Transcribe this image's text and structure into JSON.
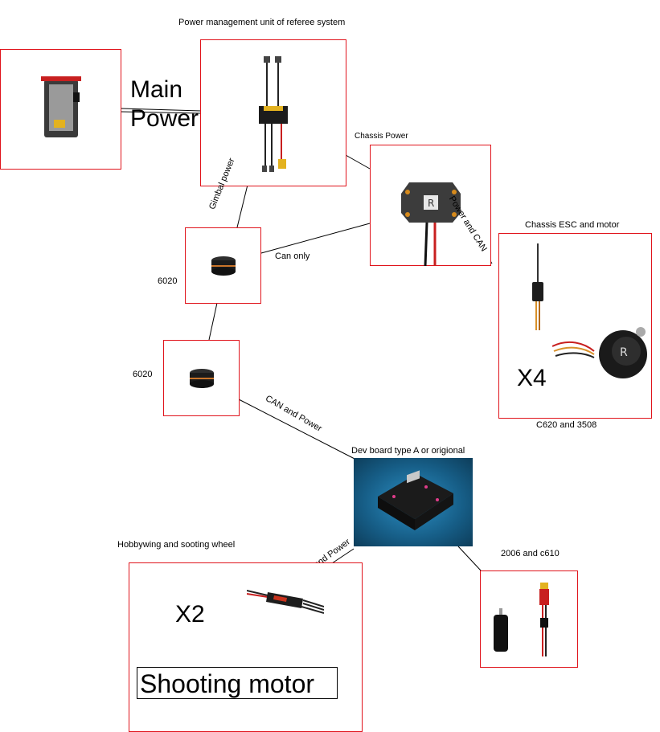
{
  "labels": {
    "pmu_title": "Power management unit of referee system",
    "main_power": "Main\nPower",
    "chassis_power": "Chassis Power",
    "gimbal_power": "Gimbal power",
    "power_and_can": "Power and CAN",
    "can_only": "Can only",
    "chassis_esc_motor": "Chassis ESC and motor",
    "gimbal_motor_1": "6020",
    "gimbal_motor_2": "6020",
    "can_and_power": "CAN and Power",
    "x4": "X4",
    "c620_3508": "C620 and 3508",
    "dev_board": "Dev board type A or origional",
    "hobbywing": "Hobbywing and sooting wheel",
    "pwm_and_power": "PWM and Power",
    "x2": "X2",
    "shooting_motor": "Shooting motor",
    "motor_2006_c610": "2006 and c610"
  },
  "colors": {
    "box_border": "#e0131b",
    "board_bg": "#1a6fa0",
    "wire": "#000000"
  },
  "icons": [
    "battery-icon",
    "pmu-icon",
    "chassis-hub-icon",
    "gm6020-icon",
    "c620-esc-icon",
    "m3508-motor-icon",
    "dev-board-icon",
    "hobbywing-esc-icon",
    "m2006-motor-icon",
    "c610-esc-icon"
  ]
}
